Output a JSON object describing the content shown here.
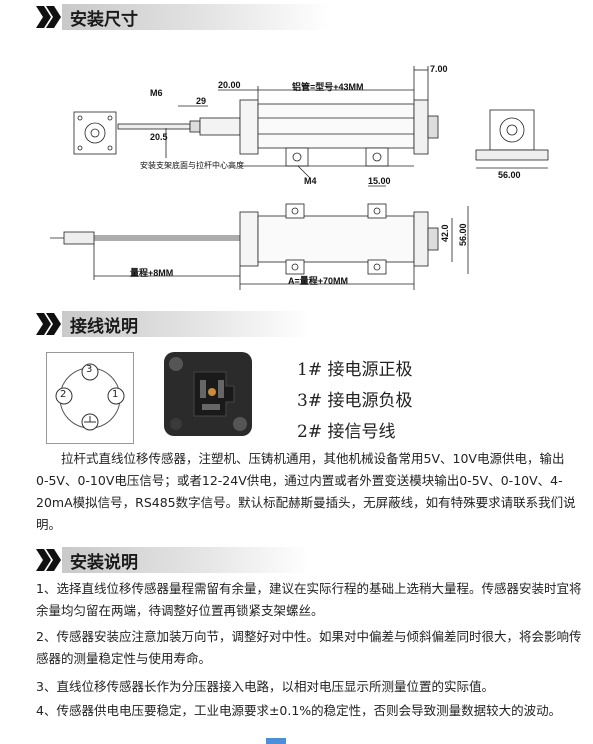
{
  "sections": {
    "install_size": "安装尺寸",
    "wiring": "接线说明",
    "install_notes": "安装说明"
  },
  "drawing": {
    "dim_20": "20.00",
    "dim_tube": "铝管=型号+43MM",
    "dim_7": "7.00",
    "label_m6": "M6",
    "dim_29": "29",
    "dim_205": "20.5",
    "label_m4": "M4",
    "note_center": "安装支架底面与拉杆中心高度",
    "dim_56_bottom": "56.00",
    "dim_15": "15.00",
    "dim_42": "42.0",
    "dim_56_side": "56.00",
    "dim_stroke": "量程+8MM",
    "dim_a": "A=量程+70MM"
  },
  "connector": {
    "pin_3": "3",
    "pin_2": "2",
    "pin_1": "1"
  },
  "pins": [
    "1#  接电源正极",
    "3#  接电源负极",
    "2#  接信号线"
  ],
  "wiring_text": "拉杆式直线位移传感器，注塑机、压铸机通用，其他机械设备常用5V、10V电源供电，输出0-5V、0-10V电压信号；或者12-24V供电，通过内置或者外置变送模块输出0-5V、0-10V、4-20mA模拟信号，RS485数字信号。默认标配赫斯曼插头，无屏蔽线，如有特殊要求请联系我们说明。",
  "notes": [
    "1、选择直线位移传感器量程需留有余量，建议在实际行程的基础上选稍大量程。传感器安装时宜将余量均匀留在两端，待调整好位置再锁紧支架螺丝。",
    "2、传感器安装应注意加装万向节，调整好对中性。如果对中偏差与倾斜偏差同时很大，将会影响传感器的测量稳定性与使用寿命。",
    "3、直线位移传感器长作为分压器接入电路，以相对电压显示所测量位置的实际值。",
    "4、传感器供电电压要稳定，工业电源要求±0.1%的稳定性，否则会导致测量数据较大的波动。"
  ],
  "colors": {
    "chevron": "#111111",
    "bar_start": "#c9c9c9",
    "accent_blue": "#4a8fd8"
  }
}
